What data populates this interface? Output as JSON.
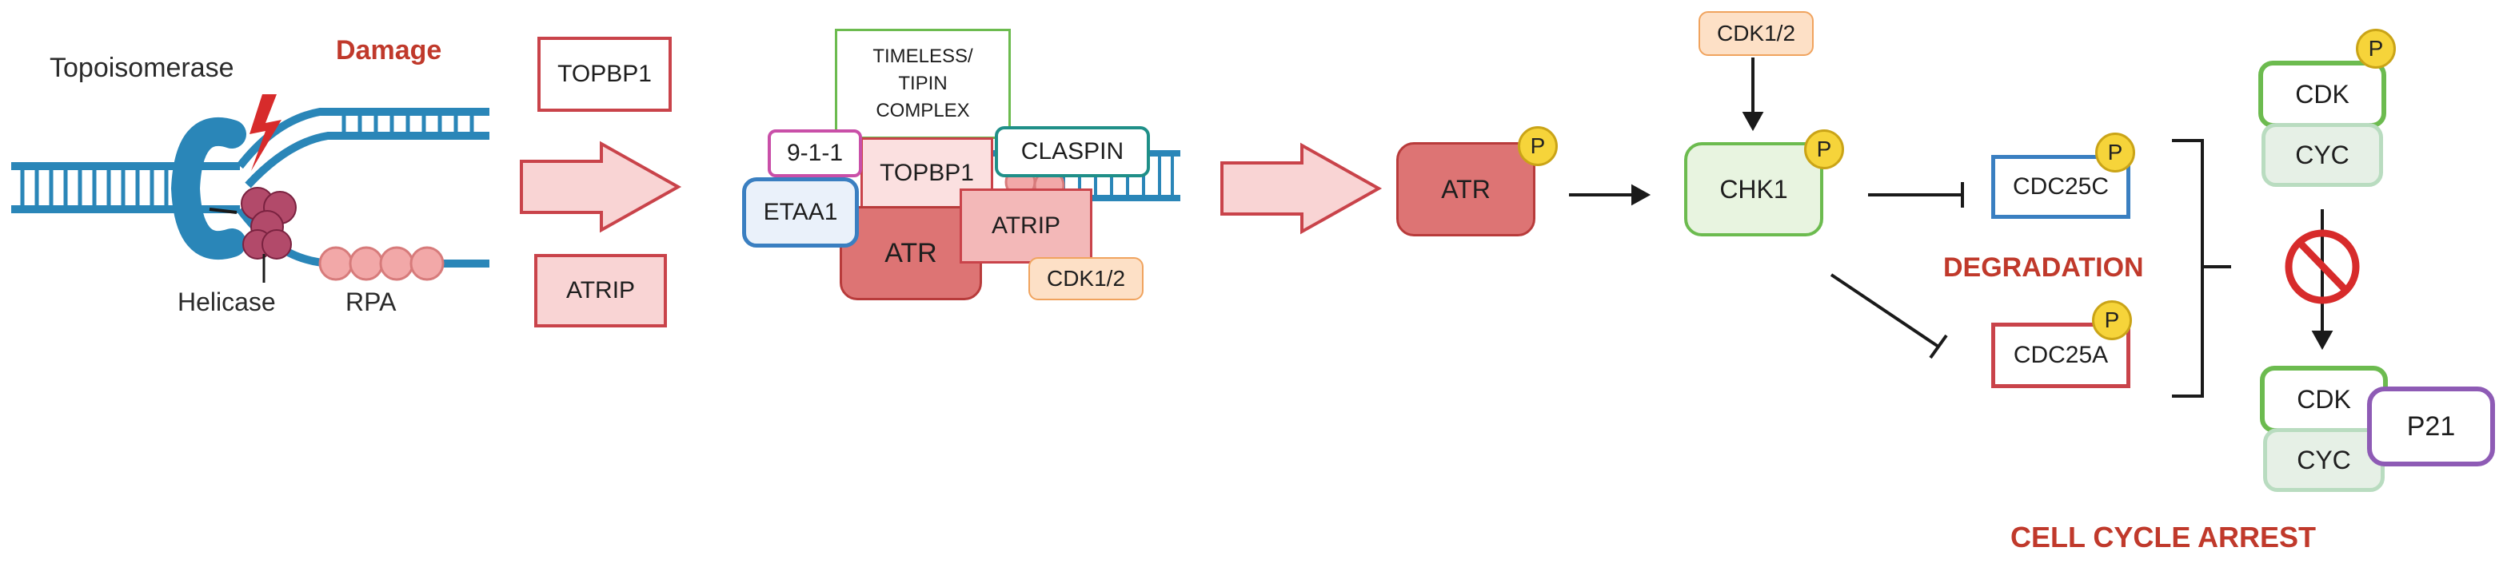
{
  "labels": {
    "topoisomerase": "Topoisomerase",
    "damage": "Damage",
    "helicase": "Helicase",
    "rpa": "RPA",
    "degradation": "DEGRADATION",
    "cell_cycle_arrest": "CELL CYCLE ARREST"
  },
  "stage1": {
    "topbp1": "TOPBP1",
    "atrip": "ATRIP"
  },
  "complex": {
    "timeless_line1": "TIMELESS/",
    "timeless_line2": "TIPIN",
    "timeless_line3": "COMPLEX",
    "nine_one_one": "9-1-1",
    "topbp1": "TOPBP1",
    "claspin": "CLASPIN",
    "etaa1": "ETAA1",
    "atr": "ATR",
    "atrip": "ATRIP",
    "cdk12": "CDK1/2"
  },
  "pathway": {
    "atr": "ATR",
    "cdk12_top": "CDK1/2",
    "chk1": "CHK1",
    "cdc25c": "CDC25C",
    "cdc25a": "CDC25A",
    "phospho": "P"
  },
  "cyclins": {
    "cdk_top": "CDK",
    "cyc_top": "CYC",
    "cdk_bottom": "CDK",
    "cyc_bottom": "CYC",
    "p21": "P21"
  },
  "colors": {
    "dna": "#2a86b8",
    "damage_red": "#c0392b",
    "atr_fill": "#dd7474",
    "light_red_fill": "#f9d4d4",
    "green_border": "#6cbb4f",
    "blue_border": "#3a7fc1",
    "purple_border": "#8e5bb5",
    "orange_fill": "#fde0c6",
    "teal_border": "#1f8f88",
    "magenta_border": "#c94fa8",
    "badge_yellow": "#f6d43a"
  }
}
